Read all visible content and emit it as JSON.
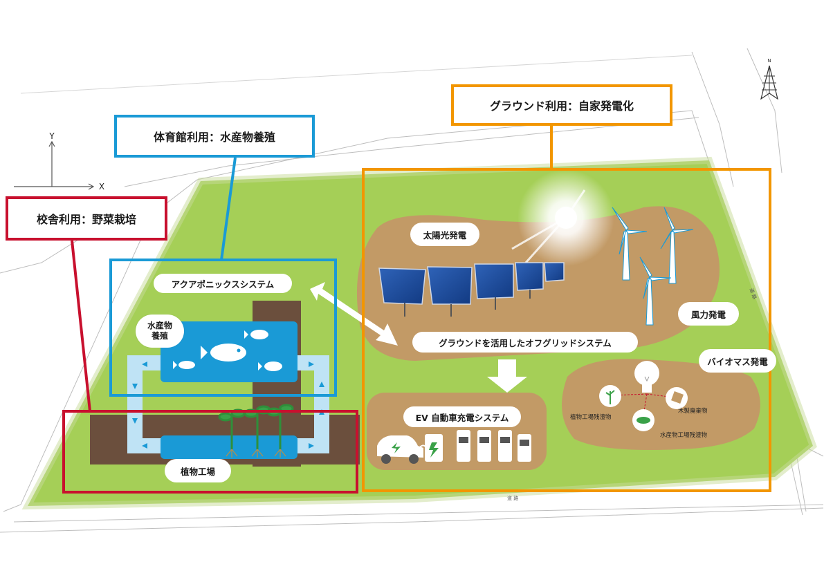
{
  "frames": {
    "school": {
      "label": "校舎利用：野菜栽培",
      "color": "#c8102e"
    },
    "gym": {
      "label": "体育館利用：水産物養殖",
      "color": "#1a9ad6"
    },
    "ground": {
      "label": "グラウンド利用：自家発電化",
      "color": "#f29600"
    }
  },
  "axes": {
    "x": "X",
    "y": "Y"
  },
  "aquaponics": {
    "system_label": "アクアポニックスシステム",
    "fish_label": "水産物\n養殖",
    "plant_label": "植物工場"
  },
  "energy": {
    "solar_label": "太陽光発電",
    "wind_label": "風力発電",
    "offgrid_label": "グラウンドを活用したオフグリッドシステム",
    "biomass_label": "バイオマス発電",
    "ev_label": "EV 自動車充電システム",
    "biomass_inputs": [
      "植物工場残渣物",
      "木製廃棄物",
      "水産物工場残渣物"
    ]
  },
  "map_text": {
    "road_bottom": "道 路",
    "road_right": "道 路"
  },
  "icons": [
    "compass-icon",
    "sun-icon",
    "wind-turbine-icon",
    "solar-panel-icon",
    "fish-icon",
    "plant-icon",
    "car-icon",
    "charger-icon",
    "lightbulb-icon",
    "leaf-icon",
    "wood-icon",
    "arrow-icon"
  ]
}
